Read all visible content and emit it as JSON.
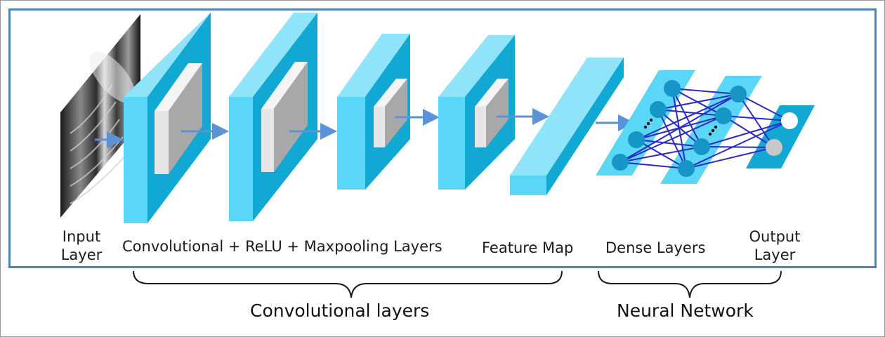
{
  "labels": {
    "input_layer": [
      "Input",
      "Layer"
    ],
    "conv_layers": "Convolutional + ReLU + Maxpooling Layers",
    "feature_map": "Feature Map",
    "dense_layers": "Dense Layers",
    "output_layer": [
      "Output",
      "Layer"
    ]
  },
  "groups": {
    "convolutional": "Convolutional layers",
    "neural_network": "Neural Network"
  },
  "colors": {
    "block_front": "#5ad6f6",
    "block_side": "#12a8d4",
    "block_top": "#8fe4fa",
    "kernel_front": "#e6e6e6",
    "kernel_side": "#a8a8a8",
    "arrow": "#5b93d6",
    "neuron": "#1596c6",
    "connection": "#2929c8",
    "frame_border": "#4f84c2"
  }
}
